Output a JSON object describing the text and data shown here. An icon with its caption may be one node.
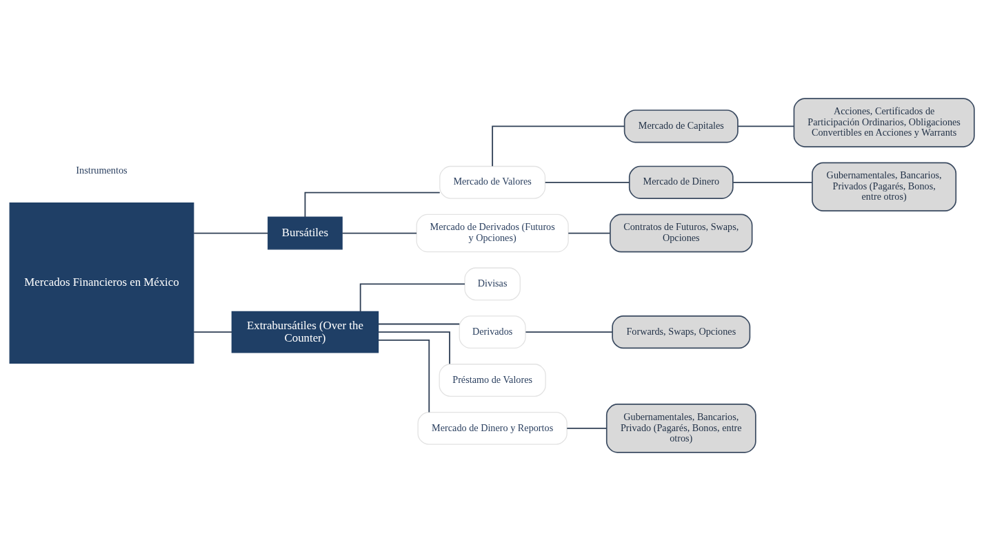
{
  "diagram": {
    "nodes": [
      {
        "text": [
          "Mercados Financieros en México"
        ]
      },
      {
        "text": [
          "Bursátiles"
        ]
      },
      {
        "text": [
          "Mercado de Valores"
        ]
      },
      {
        "text": [
          "Mercado de Capitales"
        ]
      },
      {
        "text": [
          "Acciones, Certificados de Participación Ordinarios, Obligaciones Convertibles en Acciones y Warrants"
        ]
      },
      {
        "text": [
          "Mercado de Dinero"
        ]
      },
      {
        "text": [
          "Gubernamentales, Bancarios, Privados (Pagarés, Bonos, entre otros)"
        ]
      },
      {
        "text": [
          "Mercado de Derivados (Futuros y Opciones)"
        ]
      },
      {
        "text": [
          "Contratos de Futuros, Swaps, Opciones"
        ]
      },
      {
        "text": [
          "Extrabursátiles (Over the Counter)"
        ]
      },
      {
        "text": [
          "Divisas"
        ]
      },
      {
        "text": [
          "Derivados"
        ]
      },
      {
        "text": [
          "Forwards, Swaps, Opciones"
        ]
      },
      {
        "text": [
          "Préstamo de Valores"
        ]
      },
      {
        "text": [
          "Mercado de Dinero y Reportos"
        ]
      },
      {
        "text": [
          "Gubernamentales, Bancarios, Privado (Pagarés, Bonos, entre otros)"
        ]
      }
    ],
    "edges": [
      {
        "from": 0,
        "to": 1,
        "arrow": "none"
      },
      {
        "from": 0,
        "to": 9,
        "arrow": "none"
      },
      {
        "from": 1,
        "to": 2,
        "arrow": "none"
      },
      {
        "from": 1,
        "to": 7,
        "arrow": "none"
      },
      {
        "from": 2,
        "to": 3,
        "arrow": "none"
      },
      {
        "from": 2,
        "to": 5,
        "arrow": "none"
      },
      {
        "from": 3,
        "to": 4,
        "arrow": "none"
      },
      {
        "from": 5,
        "to": 6,
        "arrow": "none"
      },
      {
        "from": 7,
        "to": 8,
        "arrow": "none"
      },
      {
        "from": 9,
        "to": 10,
        "arrow": "none"
      },
      {
        "from": 9,
        "to": 11,
        "arrow": "none"
      },
      {
        "from": 9,
        "to": 13,
        "arrow": "none"
      },
      {
        "from": 9,
        "to": 14,
        "arrow": "none"
      },
      {
        "from": 11,
        "to": 12,
        "arrow": "none"
      },
      {
        "from": 14,
        "to": 15,
        "arrow": "none"
      }
    ],
    "labels": [
      "Instrumentos"
    ]
  }
}
